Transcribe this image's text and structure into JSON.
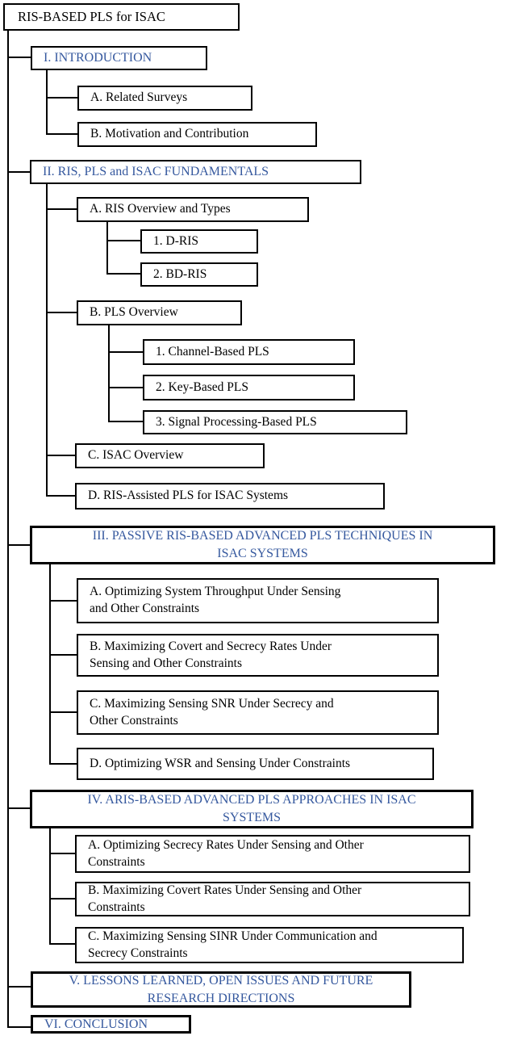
{
  "diagram": {
    "type": "tree-outline",
    "accent_color": "#35589E",
    "line_color": "#000000",
    "nodes": [
      {
        "id": "root",
        "level": 0,
        "lines": [
          "RIS-BASED PLS for ISAC"
        ]
      },
      {
        "id": "sec-i",
        "level": 1,
        "lines": [
          "I. INTRODUCTION"
        ]
      },
      {
        "id": "i-a",
        "level": 2,
        "lines": [
          "A. Related Surveys"
        ]
      },
      {
        "id": "i-b",
        "level": 2,
        "lines": [
          "B. Motivation and Contribution"
        ]
      },
      {
        "id": "sec-ii",
        "level": 1,
        "lines": [
          "II. RIS, PLS and ISAC FUNDAMENTALS"
        ]
      },
      {
        "id": "ii-a",
        "level": 2,
        "lines": [
          "A. RIS Overview and Types"
        ]
      },
      {
        "id": "ii-a-1",
        "level": 3,
        "lines": [
          "1. D-RIS"
        ]
      },
      {
        "id": "ii-a-2",
        "level": 3,
        "lines": [
          "2. BD-RIS"
        ]
      },
      {
        "id": "ii-b",
        "level": 2,
        "lines": [
          "B. PLS Overview"
        ]
      },
      {
        "id": "ii-b-1",
        "level": 3,
        "lines": [
          "1. Channel-Based PLS"
        ]
      },
      {
        "id": "ii-b-2",
        "level": 3,
        "lines": [
          "2. Key-Based PLS"
        ]
      },
      {
        "id": "ii-b-3",
        "level": 3,
        "lines": [
          "3. Signal Processing-Based PLS"
        ]
      },
      {
        "id": "ii-c",
        "level": 2,
        "lines": [
          "C. ISAC Overview"
        ]
      },
      {
        "id": "ii-d",
        "level": 2,
        "lines": [
          "D. RIS-Assisted PLS for ISAC Systems"
        ]
      },
      {
        "id": "sec-iii",
        "level": 1,
        "lines": [
          "III. PASSIVE RIS-BASED ADVANCED PLS TECHNIQUES IN",
          "ISAC SYSTEMS"
        ]
      },
      {
        "id": "iii-a",
        "level": 2,
        "lines": [
          "A. Optimizing System Throughput Under Sensing",
          "and Other Constraints"
        ]
      },
      {
        "id": "iii-b",
        "level": 2,
        "lines": [
          "B. Maximizing Covert and Secrecy Rates Under",
          "Sensing and Other Constraints"
        ]
      },
      {
        "id": "iii-c",
        "level": 2,
        "lines": [
          "C. Maximizing Sensing SNR Under Secrecy and",
          "Other Constraints"
        ]
      },
      {
        "id": "iii-d",
        "level": 2,
        "lines": [
          "D. Optimizing WSR and Sensing Under Constraints"
        ]
      },
      {
        "id": "sec-iv",
        "level": 1,
        "lines": [
          "IV. ARIS-BASED ADVANCED PLS APPROACHES IN ISAC",
          "SYSTEMS"
        ]
      },
      {
        "id": "iv-a",
        "level": 2,
        "lines": [
          "A. Optimizing Secrecy Rates Under Sensing and Other",
          "Constraints"
        ]
      },
      {
        "id": "iv-b",
        "level": 2,
        "lines": [
          "B. Maximizing Covert Rates Under Sensing and Other",
          "Constraints"
        ]
      },
      {
        "id": "iv-c",
        "level": 2,
        "lines": [
          "C. Maximizing Sensing SINR Under Communication and",
          "Secrecy Constraints"
        ]
      },
      {
        "id": "sec-v",
        "level": 1,
        "lines": [
          "V. LESSONS LEARNED, OPEN ISSUES AND FUTURE",
          "RESEARCH DIRECTIONS"
        ]
      },
      {
        "id": "sec-vi",
        "level": 1,
        "lines": [
          "VI. CONCLUSION"
        ]
      }
    ]
  }
}
